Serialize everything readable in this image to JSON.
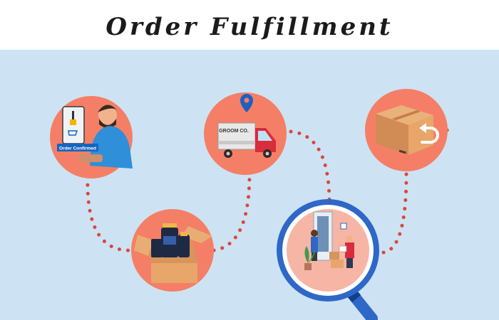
{
  "title": "Order Fulfillment",
  "steps": [
    {
      "name": "order-confirmed",
      "label": "Order Confirmed"
    },
    {
      "name": "packing"
    },
    {
      "name": "shipping",
      "truck_label": "GROOM CO."
    },
    {
      "name": "delivery"
    },
    {
      "name": "returns"
    }
  ],
  "colors": {
    "background": "#cde3f3",
    "circle": "#f47f66",
    "dots": "#d9473d",
    "magnifier_ring": "#2f67c7",
    "accent_blue": "#1565c0"
  },
  "icons": [
    "phone-cart-icon",
    "person-icon",
    "open-box-icon",
    "truck-icon",
    "location-pin-icon",
    "delivery-person-icon",
    "closed-box-icon",
    "return-arrow-icon",
    "magnifier-icon"
  ]
}
